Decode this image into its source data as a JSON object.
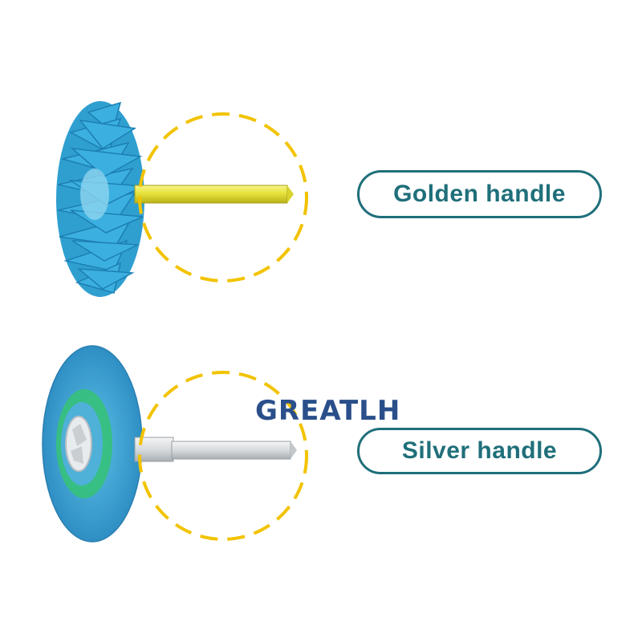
{
  "labels": {
    "golden": "Golden handle",
    "silver": "Silver handle"
  },
  "watermark": "GREATLH",
  "colors": {
    "brush_blue": "#2f9fd0",
    "disc_blue": "#3fa6d6",
    "disc_green": "#36c17a",
    "gold_shaft": "#e6e23a",
    "silver_shaft": "#d7dbde",
    "dashed_circle": "#f2c300",
    "label_border": "#1f6f7a",
    "watermark": "#2a4f8a"
  },
  "icons": [
    "radial-brush-wheel",
    "polishing-disc",
    "dashed-highlight-circle"
  ]
}
